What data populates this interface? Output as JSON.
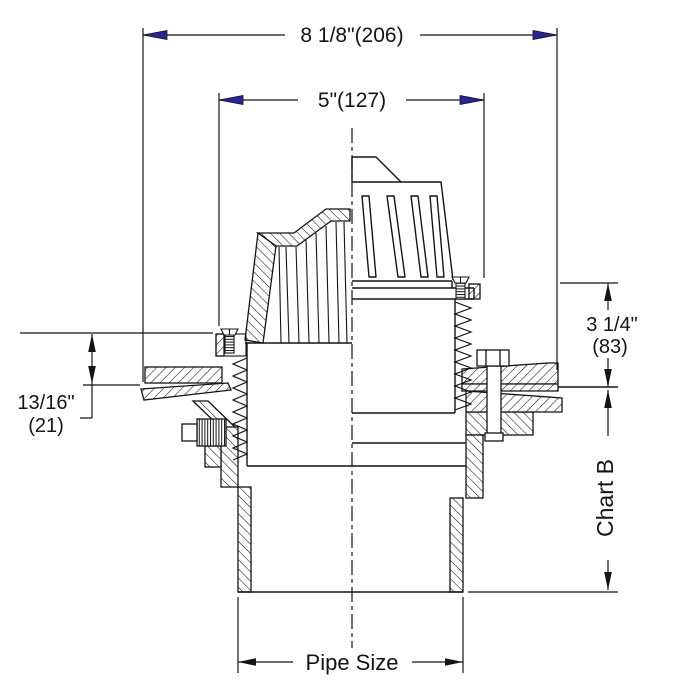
{
  "meta": {
    "type": "technical-drawing",
    "subject": "Roof drain with dome strainer, cross-section with dimensions"
  },
  "colors": {
    "line": "#141414",
    "accent_arrow": "#24249c",
    "background": "#ffffff"
  },
  "dimensions": {
    "overall_width": {
      "label": "8 1/8\"(206)"
    },
    "strainer_width": {
      "label": "5\"(127)"
    },
    "flange_offset": {
      "line1": "13/16\"",
      "line2": "(21)"
    },
    "sump_height": {
      "line1": "3 1/4\"",
      "line2": "(83)"
    },
    "body_depth": {
      "label": "Chart B"
    },
    "outlet": {
      "label": "Pipe Size"
    }
  }
}
